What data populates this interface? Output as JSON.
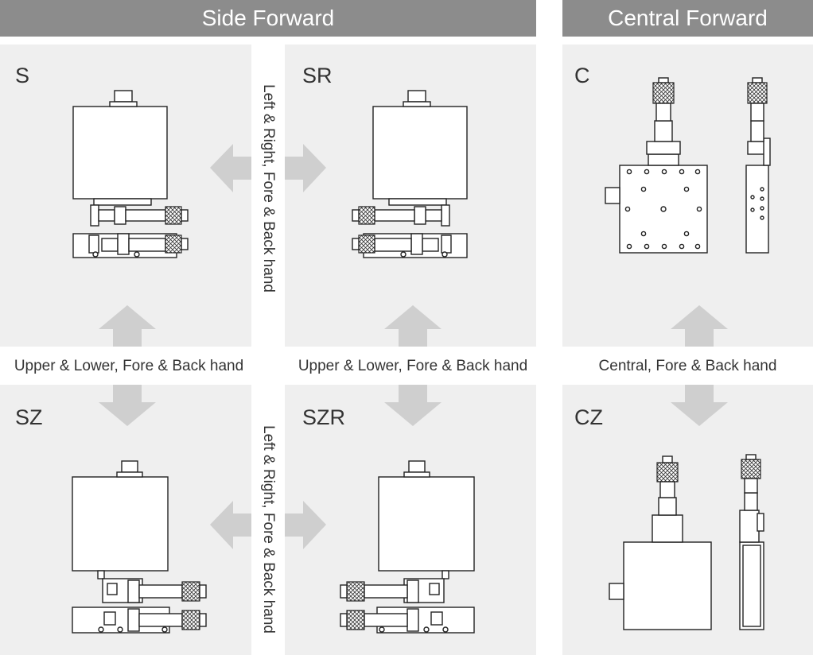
{
  "headers": {
    "side_forward": "Side Forward",
    "central_forward": "Central Forward"
  },
  "panels": {
    "s": "S",
    "sr": "SR",
    "c": "C",
    "sz": "SZ",
    "szr": "SZR",
    "cz": "CZ"
  },
  "captions": {
    "upper_lower_left": "Upper & Lower, Fore & Back hand",
    "upper_lower_mid": "Upper & Lower, Fore & Back hand",
    "central": "Central, Fore & Back hand",
    "lr_top": "Left & Right, Fore & Back hand",
    "lr_bottom": "Left & Right, Fore & Back hand"
  },
  "colors": {
    "header_bg": "#8c8c8c",
    "panel_bg": "#efefef",
    "arrow": "#cfcfcf",
    "line": "#222222"
  }
}
